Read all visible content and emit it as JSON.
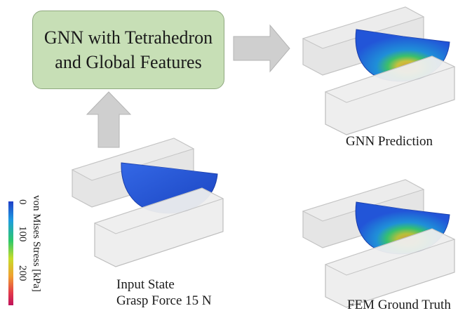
{
  "model_box": {
    "line1": "GNN with Tetrahedron",
    "line2": "and Global Features"
  },
  "captions": {
    "input_line1": "Input State",
    "input_line2": "Grasp Force 15 N",
    "prediction": "GNN Prediction",
    "ground_truth": "FEM Ground Truth"
  },
  "colorbar": {
    "title": "von Mises Stress [kPa]",
    "ticks": [
      "0",
      "100",
      "200"
    ],
    "stops": [
      "#1f3fc8",
      "#1e9be0",
      "#2ec86a",
      "#c6dc2a",
      "#f0a030",
      "#e23a4a",
      "#c0125a"
    ]
  },
  "colors": {
    "box_fill": "#c7dfb6",
    "arrow_fill": "#cfcfcf",
    "gripper_fill": "#e6e6e6",
    "object_blue": "#2255d8"
  }
}
